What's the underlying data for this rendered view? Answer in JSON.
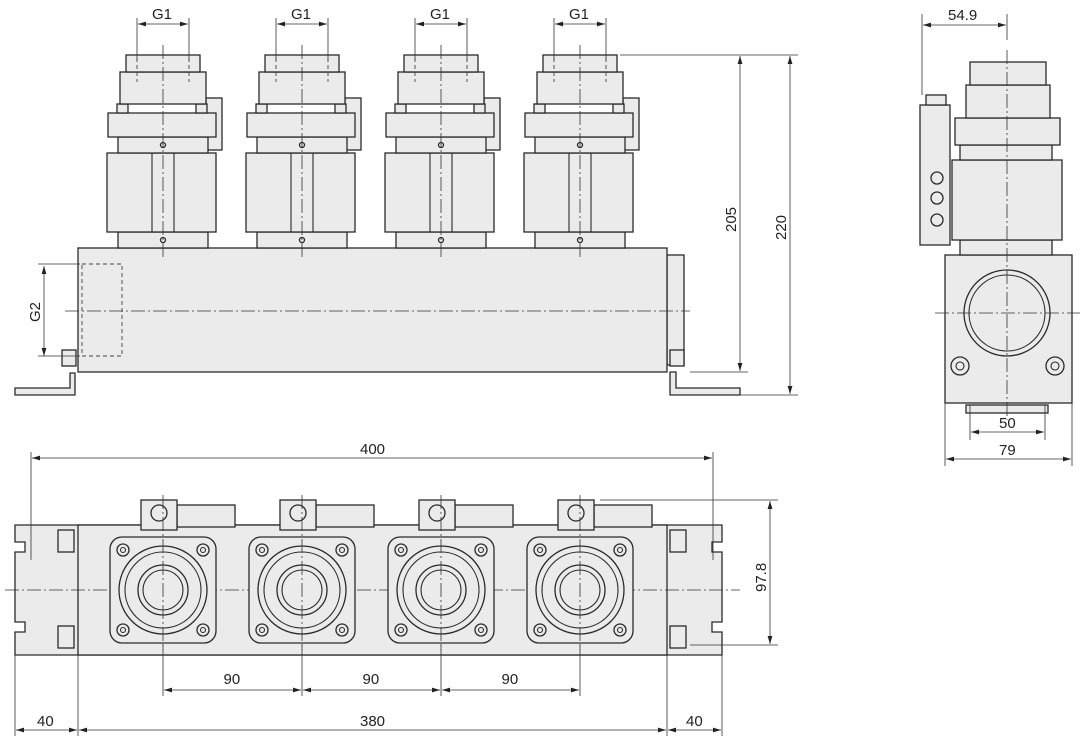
{
  "dimensions": {
    "g1": "G1",
    "g2": "G2",
    "h205": "205",
    "h220": "220",
    "w54_9": "54.9",
    "w50": "50",
    "w79": "79",
    "l400": "400",
    "w97_8": "97.8",
    "pitch": [
      "90",
      "90",
      "90"
    ],
    "left40": "40",
    "l380": "380",
    "right40": "40"
  },
  "valve_count": 4
}
